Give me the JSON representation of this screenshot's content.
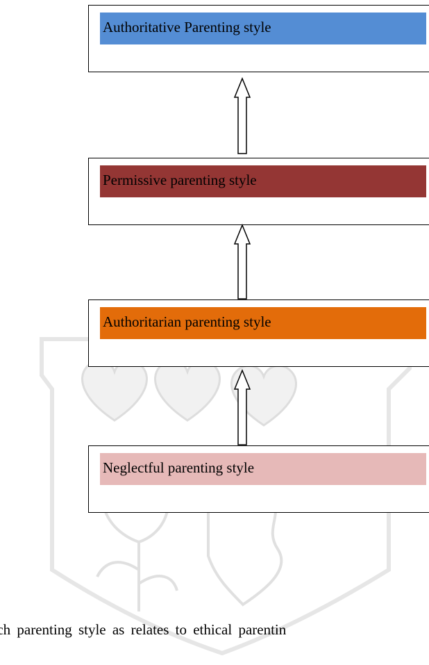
{
  "diagram": {
    "boxes": [
      {
        "label": "Authoritative Parenting style",
        "color": "#548dd4"
      },
      {
        "label": "Permissive parenting style",
        "color": "#943634"
      },
      {
        "label": "Authoritarian parenting style",
        "color": "#e36c0a"
      },
      {
        "label": "Neglectful parenting style",
        "color": "#e6b9b8"
      }
    ],
    "arrow_icon": "hollow-up-arrow"
  },
  "caption": "ach parenting style as relates to ethical parentin"
}
